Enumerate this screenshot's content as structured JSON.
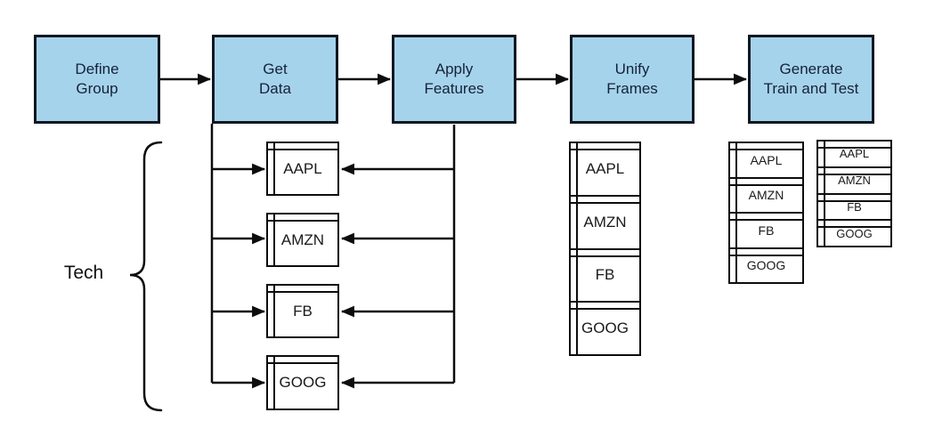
{
  "pipeline_steps": [
    {
      "label": "Define\nGroup"
    },
    {
      "label": "Get\nData"
    },
    {
      "label": "Apply\nFeatures"
    },
    {
      "label": "Unify\nFrames"
    },
    {
      "label": "Generate\nTrain and Test"
    }
  ],
  "group": {
    "name": "Tech",
    "symbols": [
      "AAPL",
      "AMZN",
      "FB",
      "GOOG"
    ]
  },
  "unified_frame": {
    "symbols": [
      "AAPL",
      "AMZN",
      "FB",
      "GOOG"
    ]
  },
  "train_frame": {
    "symbols": [
      "AAPL",
      "AMZN",
      "FB",
      "GOOG"
    ]
  },
  "test_frame": {
    "symbols": [
      "AAPL",
      "AMZN",
      "FB",
      "GOOG"
    ]
  },
  "colors": {
    "step_fill": "#a6d3ec",
    "step_border": "#101820",
    "step_text": "#152238",
    "line": "#0d0d0d",
    "frame_fill": "#ffffff"
  }
}
